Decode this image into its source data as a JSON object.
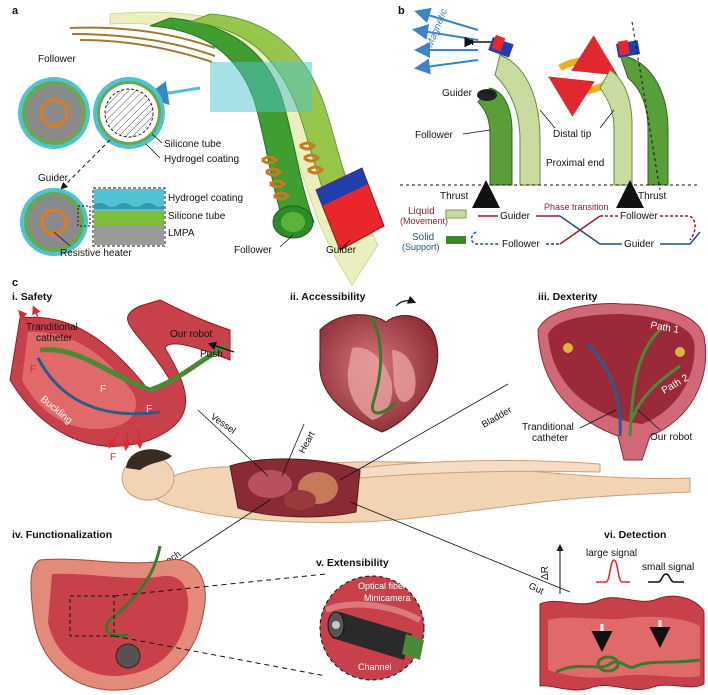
{
  "panels": {
    "a": {
      "letter": "a",
      "follower_title": "Follower",
      "guider_title": "Guider",
      "silicone_tube": "Silicone tube",
      "hydrogel_coating": "Hydrogel coating",
      "hydrogel_coating_2": "Hydrogel coating",
      "silicone_tube_2": "Silicone tube",
      "lmpa": "LMPA",
      "resistive_heater": "Resistive heater",
      "follower_label": "Follower",
      "guider_label": "Guider"
    },
    "b": {
      "letter": "b",
      "magnetic": "Magnetic",
      "m": "m",
      "guider": "Guider",
      "follower": "Follower",
      "distal_tip": "Distal tip",
      "proximal_end": "Proximal end",
      "thrust_left": "Thrust",
      "thrust_right": "Thrust",
      "liquid": "Liquid",
      "movement": "(Movement)",
      "solid": "Solid",
      "support": "(Support)",
      "phase_transition": "Phase transition",
      "lg_guider_1": "Guider",
      "lg_follower_1": "Follower",
      "lg_follower_2": "Follower",
      "lg_guider_2": "Guider"
    },
    "c": {
      "letter": "c",
      "safety": "i. Safety",
      "accessibility": "ii. Accessibility",
      "dexterity": "iii. Dexterity",
      "functionalization": "iv. Functionalization",
      "extensibility": "v. Extensibility",
      "detection": "vi. Detection",
      "trad_catheter_1": "Tranditional",
      "trad_catheter_1b": "catheter",
      "our_robot_1": "Our robot",
      "push": "Push",
      "buckling": "Buckling",
      "f1": "F",
      "f2": "F",
      "f3": "F",
      "f4": "F",
      "vessel": "Vessel",
      "heart": "Heart",
      "bladder": "Bladder",
      "stomach": "Stomach",
      "gut": "Gut",
      "path1": "Path 1",
      "path2": "Path 2",
      "trad_catheter_2": "Tranditional",
      "trad_catheter_2b": "catheter",
      "our_robot_2": "Our robot",
      "optical_fiber": "Optical fiber",
      "minicamera": "Minicamera",
      "channel": "Channel",
      "delta_r": "ΔR",
      "large_signal": "large signal",
      "small_signal": "small signal"
    }
  },
  "colors": {
    "tube_green": "#3a9a2c",
    "tube_yellow": "#c8d85a",
    "hydrogel_cyan": "#39b6c9",
    "coil_orange": "#c77a1f",
    "guider_red": "#e8262c",
    "guider_blue": "#1f3fae",
    "tissue_red": "#c8414a",
    "skin": "#f2d3b4",
    "liquid_red": "#9a1c2c",
    "solid_blue": "#1f4e8a",
    "magnetic_blue": "#3c84c8"
  }
}
